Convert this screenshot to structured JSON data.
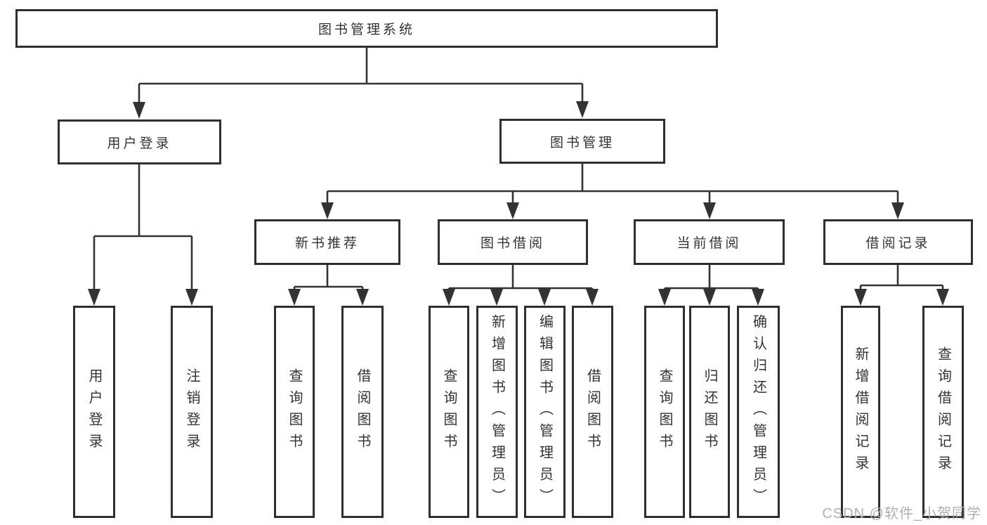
{
  "diagram_title": "图书管理系统",
  "tree": {
    "root": {
      "label": "图书管理系统"
    },
    "branches": [
      {
        "label": "用户登录",
        "children": [
          {
            "label": "用户登录"
          },
          {
            "label": "注销登录"
          }
        ]
      },
      {
        "label": "图书管理",
        "children": [
          {
            "label": "新书推荐",
            "children": [
              {
                "label": "查询图书"
              },
              {
                "label": "借阅图书"
              }
            ]
          },
          {
            "label": "图书借阅",
            "children": [
              {
                "label": "查询图书"
              },
              {
                "label": "新增图书（管理员）"
              },
              {
                "label": "编辑图书（管理员）"
              },
              {
                "label": "借阅图书"
              }
            ]
          },
          {
            "label": "当前借阅",
            "children": [
              {
                "label": "查询图书"
              },
              {
                "label": "归还图书"
              },
              {
                "label": "确认归还（管理员）"
              }
            ]
          },
          {
            "label": "借阅记录",
            "children": [
              {
                "label": "新增借阅记录"
              },
              {
                "label": "查询借阅记录"
              }
            ]
          }
        ]
      }
    ]
  },
  "watermark": {
    "text": "CSDN @软件_小贺同学"
  },
  "colors": {
    "line": "#333333",
    "border": "#2f2f2f",
    "text": "#333333",
    "watermark": "#b0b0b0",
    "background": "#ffffff"
  }
}
